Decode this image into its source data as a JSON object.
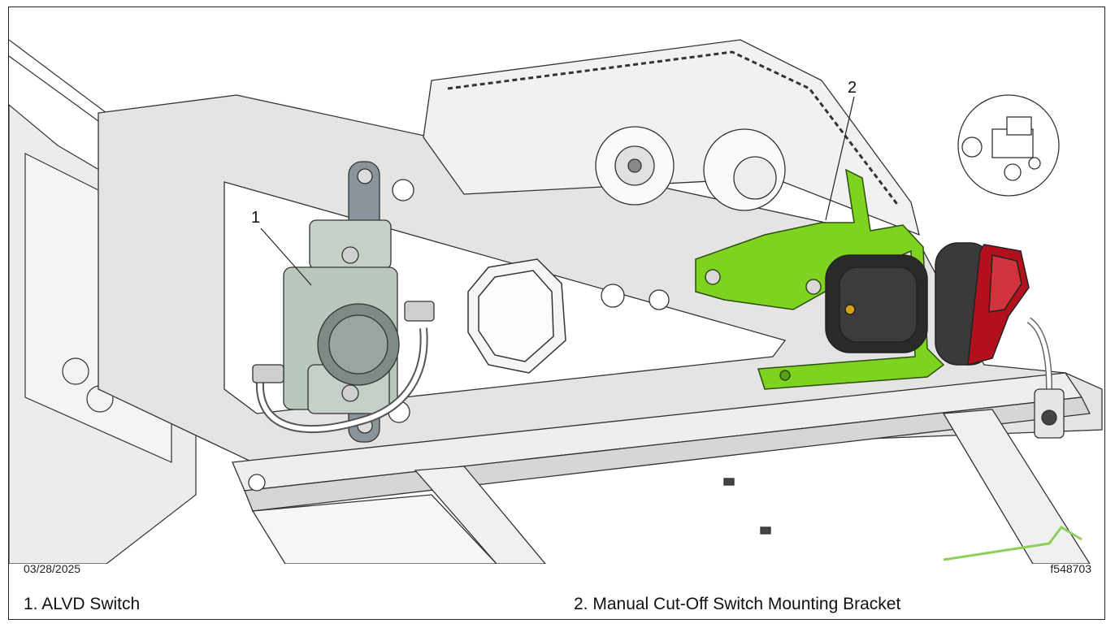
{
  "callouts": {
    "one": "1",
    "two": "2"
  },
  "footer": {
    "date": "03/28/2025",
    "figure_id": "f548703"
  },
  "legend": {
    "item1": "1. ALVD Switch",
    "item2": "2. Manual Cut-Off Switch Mounting Bracket"
  },
  "colors": {
    "bracket_green": "#7ed321",
    "switch_red": "#b2111b",
    "line": "#333333",
    "panel_gray": "#e4e4e4"
  }
}
